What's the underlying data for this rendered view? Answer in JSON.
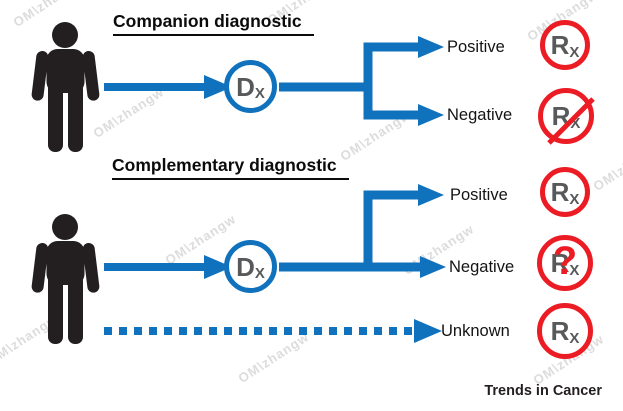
{
  "figure": {
    "footer": "Trends in Cancer",
    "watermark": "OM\\zhangw",
    "colors": {
      "arrow_blue": "#1071BC",
      "rx_red": "#EC1C24",
      "letter_gray": "#58595B",
      "icon_black": "#231F20"
    }
  },
  "symbols": {
    "diagnostic_main": "D",
    "diagnostic_sub": "X",
    "prescription_main": "R",
    "prescription_sub": "X",
    "question_mark": "?"
  },
  "sections": [
    {
      "id": "companion",
      "title": "Companion diagnostic",
      "outcomes": [
        {
          "label": "Positive",
          "result": "rx-allowed"
        },
        {
          "label": "Negative",
          "result": "rx-denied"
        }
      ]
    },
    {
      "id": "complementary",
      "title": "Complementary diagnostic",
      "outcomes": [
        {
          "label": "Positive",
          "result": "rx-allowed"
        },
        {
          "label": "Negative",
          "result": "rx-questionable"
        },
        {
          "label": "Unknown",
          "result": "rx-allowed"
        }
      ]
    }
  ]
}
